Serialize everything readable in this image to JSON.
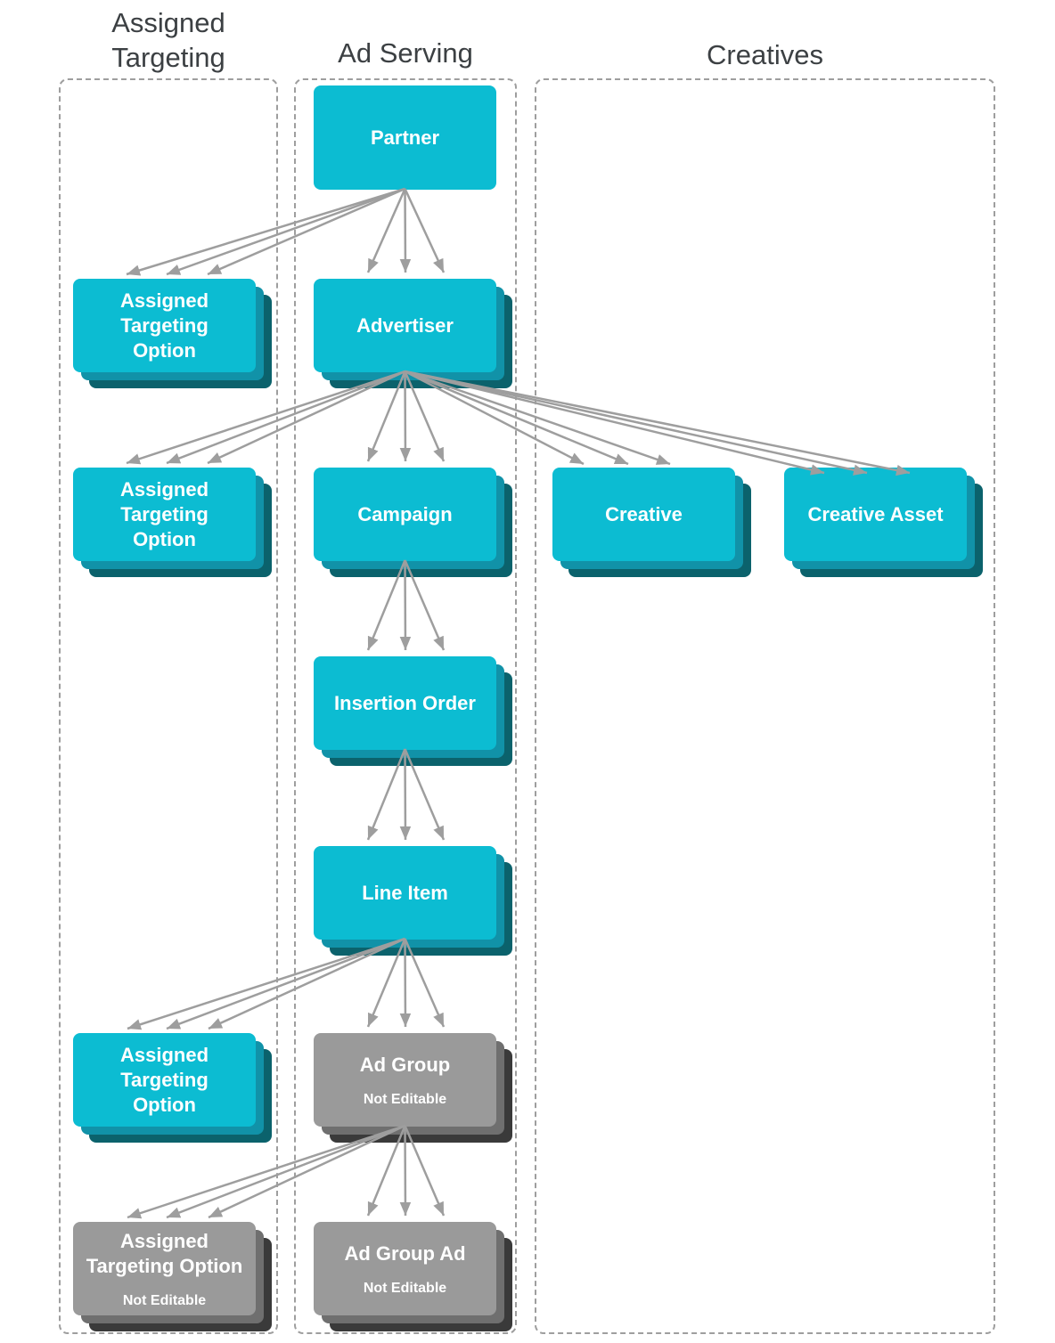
{
  "columns": {
    "assigned_targeting": {
      "label": "Assigned Targeting"
    },
    "ad_serving": {
      "label": "Ad Serving"
    },
    "creatives": {
      "label": "Creatives"
    }
  },
  "nodes": {
    "partner": {
      "label": "Partner",
      "type": "editable"
    },
    "ato_partner": {
      "label": "Assigned\nTargeting\nOption",
      "type": "editable"
    },
    "advertiser": {
      "label": "Advertiser",
      "type": "editable"
    },
    "ato_advertiser": {
      "label": "Assigned\nTargeting\nOption",
      "type": "editable"
    },
    "campaign": {
      "label": "Campaign",
      "type": "editable"
    },
    "creative": {
      "label": "Creative",
      "type": "editable"
    },
    "creative_asset": {
      "label": "Creative Asset",
      "type": "editable"
    },
    "insertion_order": {
      "label": "Insertion Order",
      "type": "editable"
    },
    "line_item": {
      "label": "Line Item",
      "type": "editable"
    },
    "ato_line_item": {
      "label": "Assigned\nTargeting\nOption",
      "type": "editable"
    },
    "ad_group": {
      "label": "Ad Group",
      "badge": "Not Editable",
      "type": "not_editable"
    },
    "ato_ad_group": {
      "label": "Assigned\nTargeting Option",
      "badge": "Not Editable",
      "type": "not_editable"
    },
    "ad_group_ad": {
      "label": "Ad Group Ad",
      "badge": "Not Editable",
      "type": "not_editable"
    }
  },
  "edges": [
    {
      "from": "partner",
      "to": "ato_partner"
    },
    {
      "from": "partner",
      "to": "advertiser"
    },
    {
      "from": "advertiser",
      "to": "ato_advertiser"
    },
    {
      "from": "advertiser",
      "to": "campaign"
    },
    {
      "from": "advertiser",
      "to": "creative"
    },
    {
      "from": "advertiser",
      "to": "creative_asset"
    },
    {
      "from": "campaign",
      "to": "insertion_order"
    },
    {
      "from": "insertion_order",
      "to": "line_item"
    },
    {
      "from": "line_item",
      "to": "ato_line_item"
    },
    {
      "from": "line_item",
      "to": "ad_group"
    },
    {
      "from": "ad_group",
      "to": "ato_ad_group"
    },
    {
      "from": "ad_group",
      "to": "ad_group_ad"
    }
  ],
  "colors": {
    "node_teal": "#0cbcd2",
    "node_teal_mid": "#1192a8",
    "node_teal_back": "#0b626c",
    "node_gray": "#9a9a9a",
    "node_gray_mid": "#6f6f6f",
    "node_gray_back": "#3a3a3a",
    "arrow": "#9e9e9e",
    "column_border": "#9e9e9e",
    "header_text": "#3c4043",
    "node_text": "#ffffff"
  }
}
